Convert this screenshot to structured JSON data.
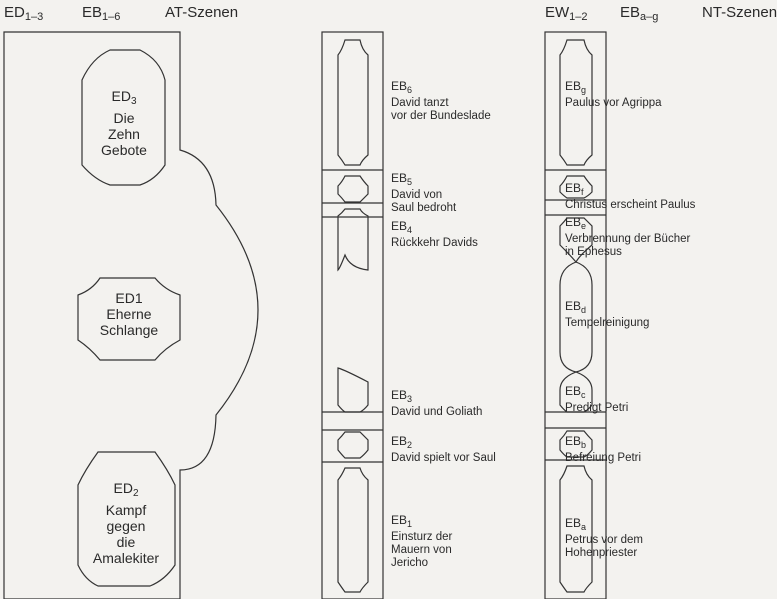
{
  "headers": {
    "left": [
      {
        "main": "ED",
        "sub": "1–3"
      },
      {
        "main": "EB",
        "sub": "1–6"
      },
      {
        "main": "AT-Szenen",
        "sub": ""
      }
    ],
    "right": [
      {
        "main": "EW",
        "sub": "1–2"
      },
      {
        "main": "EB",
        "sub": "a–g"
      },
      {
        "main": "NT-Szenen",
        "sub": ""
      }
    ]
  },
  "ed_panels": [
    {
      "code": "ED",
      "sub": "3",
      "lines": [
        "Die",
        "Zehn",
        "Gebote"
      ]
    },
    {
      "code": "ED1",
      "sub": "",
      "lines": [
        "Eherne",
        "Schlange"
      ]
    },
    {
      "code": "ED",
      "sub": "2",
      "lines": [
        "Kampf",
        "gegen",
        "die",
        "Amalekiter"
      ]
    }
  ],
  "eb_at": [
    {
      "code": "EB",
      "sub": "6",
      "lines": [
        "David tanzt",
        "vor der Bundeslade"
      ]
    },
    {
      "code": "EB",
      "sub": "5",
      "lines": [
        "David von",
        "Saul bedroht"
      ]
    },
    {
      "code": "EB",
      "sub": "4",
      "lines": [
        "Rückkehr Davids"
      ]
    },
    {
      "code": "EB",
      "sub": "3",
      "lines": [
        "David und Goliath"
      ]
    },
    {
      "code": "EB",
      "sub": "2",
      "lines": [
        "David spielt vor Saul"
      ]
    },
    {
      "code": "EB",
      "sub": "1",
      "lines": [
        "Einsturz der",
        "Mauern von",
        "Jericho"
      ]
    }
  ],
  "eb_nt": [
    {
      "code": "EB",
      "sub": "g",
      "lines": [
        "Paulus vor Agrippa"
      ]
    },
    {
      "code": "EB",
      "sub": "f",
      "lines": [
        "Christus erscheint Paulus"
      ]
    },
    {
      "code": "EB",
      "sub": "e",
      "lines": [
        "Verbrennung der Bücher",
        "in Ephesus"
      ]
    },
    {
      "code": "EB",
      "sub": "d",
      "lines": [
        "Tempelreinigung"
      ]
    },
    {
      "code": "EB",
      "sub": "c",
      "lines": [
        "Predigt Petri"
      ]
    },
    {
      "code": "EB",
      "sub": "b",
      "lines": [
        "Befreiung Petri"
      ]
    },
    {
      "code": "EB",
      "sub": "a",
      "lines": [
        "Petrus vor dem",
        "Hohenpriester"
      ]
    }
  ]
}
